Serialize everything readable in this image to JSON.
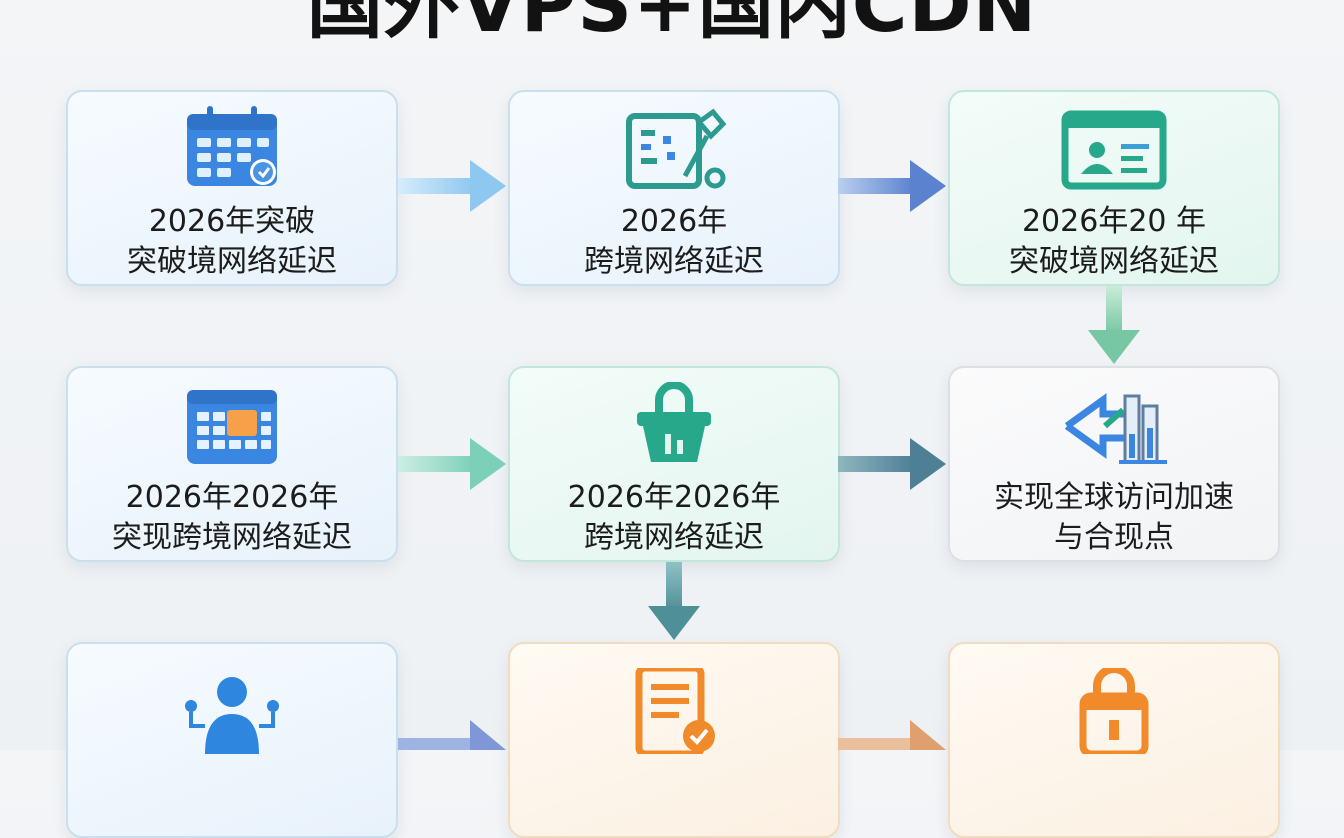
{
  "title": "国外VPS+国内CDN",
  "cards": [
    {
      "line1": "2026年突破",
      "line2": "突破境网络延迟",
      "icon": "calendar-icon"
    },
    {
      "line1": "2026年",
      "line2": "跨境网络延迟",
      "icon": "network-map-icon"
    },
    {
      "line1": "2026年20 年",
      "line2": "突破境网络延迟",
      "icon": "profile-card-icon"
    },
    {
      "line1": "2026年2026年",
      "line2": "突现跨境网络延迟",
      "icon": "calendar-grid-icon"
    },
    {
      "line1": "2026年2026年",
      "line2": "跨境网络延迟",
      "icon": "lock-basket-icon"
    },
    {
      "line1": "实现全球访问加速",
      "line2": "与合现点",
      "icon": "chart-route-icon"
    },
    {
      "line1": "",
      "line2": "",
      "icon": "users-network-icon"
    },
    {
      "line1": "",
      "line2": "",
      "icon": "document-check-icon"
    },
    {
      "line1": "",
      "line2": "",
      "icon": "padlock-icon"
    }
  ],
  "colors": {
    "blue": "#3b86e0",
    "teal": "#38b394",
    "grey_blue": "#5f7e9e",
    "orange": "#f08a2a",
    "text": "#1c1c1c"
  }
}
